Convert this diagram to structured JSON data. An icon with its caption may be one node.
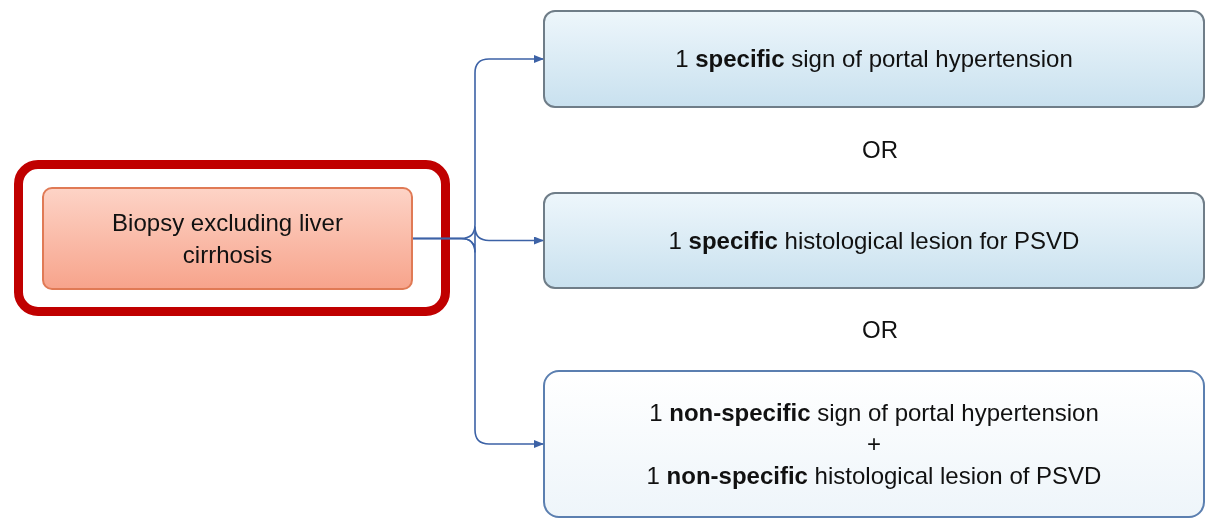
{
  "diagram": {
    "nodes": [
      {
        "text": [],
        "shape": "box"
      },
      {
        "text": [
          "Biopsy excluding liver cirrhosis"
        ],
        "in": 0
      },
      {
        "text": [
          "1 **specific** sign of portal hypertension"
        ]
      },
      {
        "text": [
          "1 **specific** histological lesion for PSVD"
        ]
      },
      {
        "text": [
          "1 **non-specific** sign of portal hypertension",
          "+",
          "1 **non-specific** histological lesion of PSVD"
        ]
      }
    ],
    "edges": [
      {
        "from": 1,
        "to": 2,
        "arrow": "to"
      },
      {
        "from": 1,
        "to": 3,
        "arrow": "to"
      },
      {
        "from": 1,
        "to": 4,
        "arrow": "to"
      }
    ],
    "labels": [
      "OR",
      "OR"
    ]
  }
}
